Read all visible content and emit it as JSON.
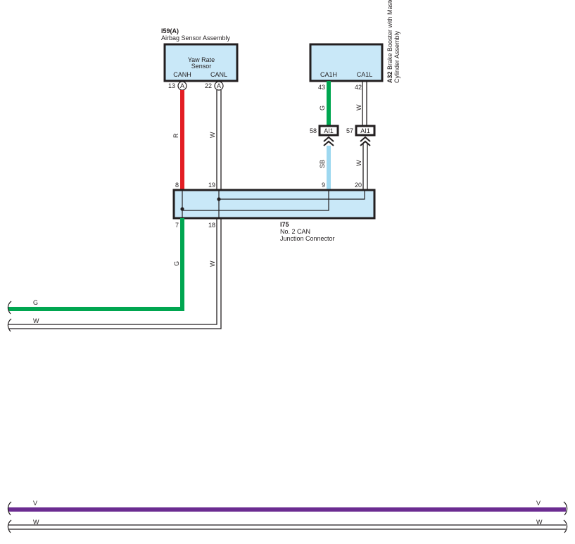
{
  "components": {
    "airbag": {
      "code": "I59(A)",
      "name": "Airbag Sensor Assembly",
      "inner_label_1": "Yaw Rate",
      "inner_label_2": "Sensor",
      "pin_left": "CANH",
      "pin_right": "CANL",
      "pin_left_num": "13",
      "pin_right_num": "22",
      "connector_letter": "A"
    },
    "brake": {
      "code": "A32",
      "name_line1": "Brake Booster with Master",
      "name_line2": "Cylinder Assembly",
      "pin_left": "CA1H",
      "pin_right": "CA1L",
      "pin_left_num": "43",
      "pin_right_num": "42"
    },
    "junction": {
      "code": "I75",
      "name_line1": "No.  2 CAN",
      "name_line2": "Junction Connector",
      "pins_top": [
        "8",
        "19",
        "9",
        "20"
      ],
      "pins_bottom": [
        "7",
        "18"
      ]
    }
  },
  "inline_connectors": [
    {
      "label": "AI1",
      "pin": "58"
    },
    {
      "label": "AI1",
      "pin": "57"
    }
  ],
  "wire_colors": {
    "canh_upper": "R",
    "canl_upper": "W",
    "brake_h_upper": "G",
    "brake_l_upper": "W",
    "brake_h_lower": "SB",
    "brake_l_lower": "W",
    "canh_lower": "G",
    "canl_lower": "W",
    "bus1_top": "G",
    "bus1_bottom": "W",
    "bus2_top_left": "V",
    "bus2_top_right": "V",
    "bus2_bottom_left": "W",
    "bus2_bottom_right": "W"
  },
  "colors": {
    "red": "#e31e24",
    "green": "#00a650",
    "light_blue": "#9ed8f0",
    "violet": "#6b2c91",
    "box_fill": "#c9e8f8",
    "ink": "#231f20"
  }
}
